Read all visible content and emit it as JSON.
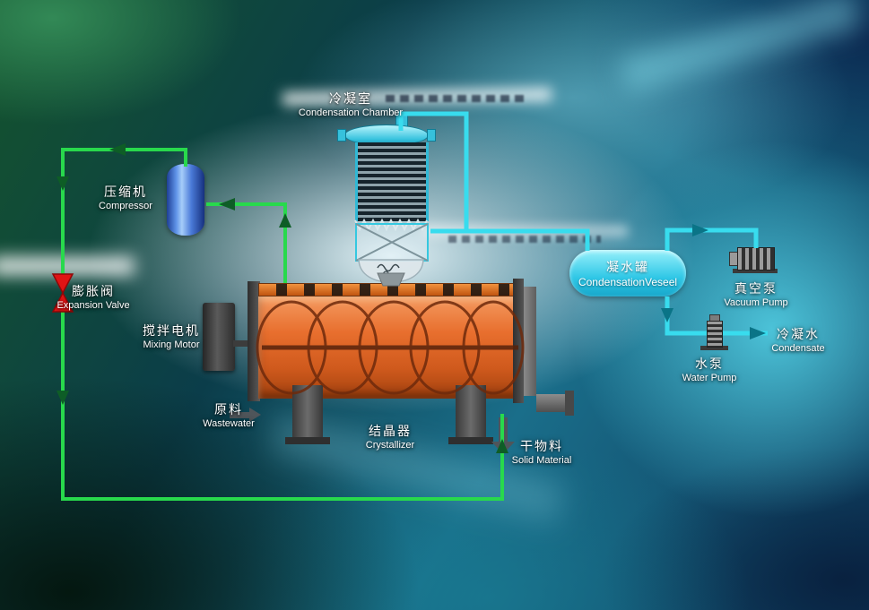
{
  "labels": {
    "condensation_chamber": {
      "zh": "冷凝室",
      "en": "Condensation Chamber"
    },
    "compressor": {
      "zh": "压缩机",
      "en": "Compressor"
    },
    "expansion_valve": {
      "zh": "膨胀阀",
      "en": "Expansion Valve"
    },
    "mixing_motor": {
      "zh": "搅拌电机",
      "en": "Mixing Motor"
    },
    "wastewater": {
      "zh": "原料",
      "en": "Wastewater"
    },
    "crystallizer": {
      "zh": "结晶器",
      "en": "Crystallizer"
    },
    "solid_material": {
      "zh": "干物料",
      "en": "Solid Material"
    },
    "condensation_vessel": {
      "zh": "凝水罐",
      "en": "CondensationVeseel"
    },
    "vacuum_pump": {
      "zh": "真空泵",
      "en": "Vacuum Pump"
    },
    "water_pump": {
      "zh": "水泵",
      "en": "Water Pump"
    },
    "condensate": {
      "zh": "冷凝水",
      "en": "Condensate"
    }
  },
  "colors": {
    "refrigerant_pipe_green": "#28d94c",
    "vapor_pipe_cyan": "#38dcee",
    "green_arrow": "#0e5d26",
    "cyan_arrow": "#0a7487",
    "expansion_valve_red": "#e01414",
    "crystallizer_orange": "#e86f2e",
    "vessel_cyan": "#2fc7e6",
    "compressor_blue": "#4a7ad8",
    "label_text": "#ffffff"
  }
}
